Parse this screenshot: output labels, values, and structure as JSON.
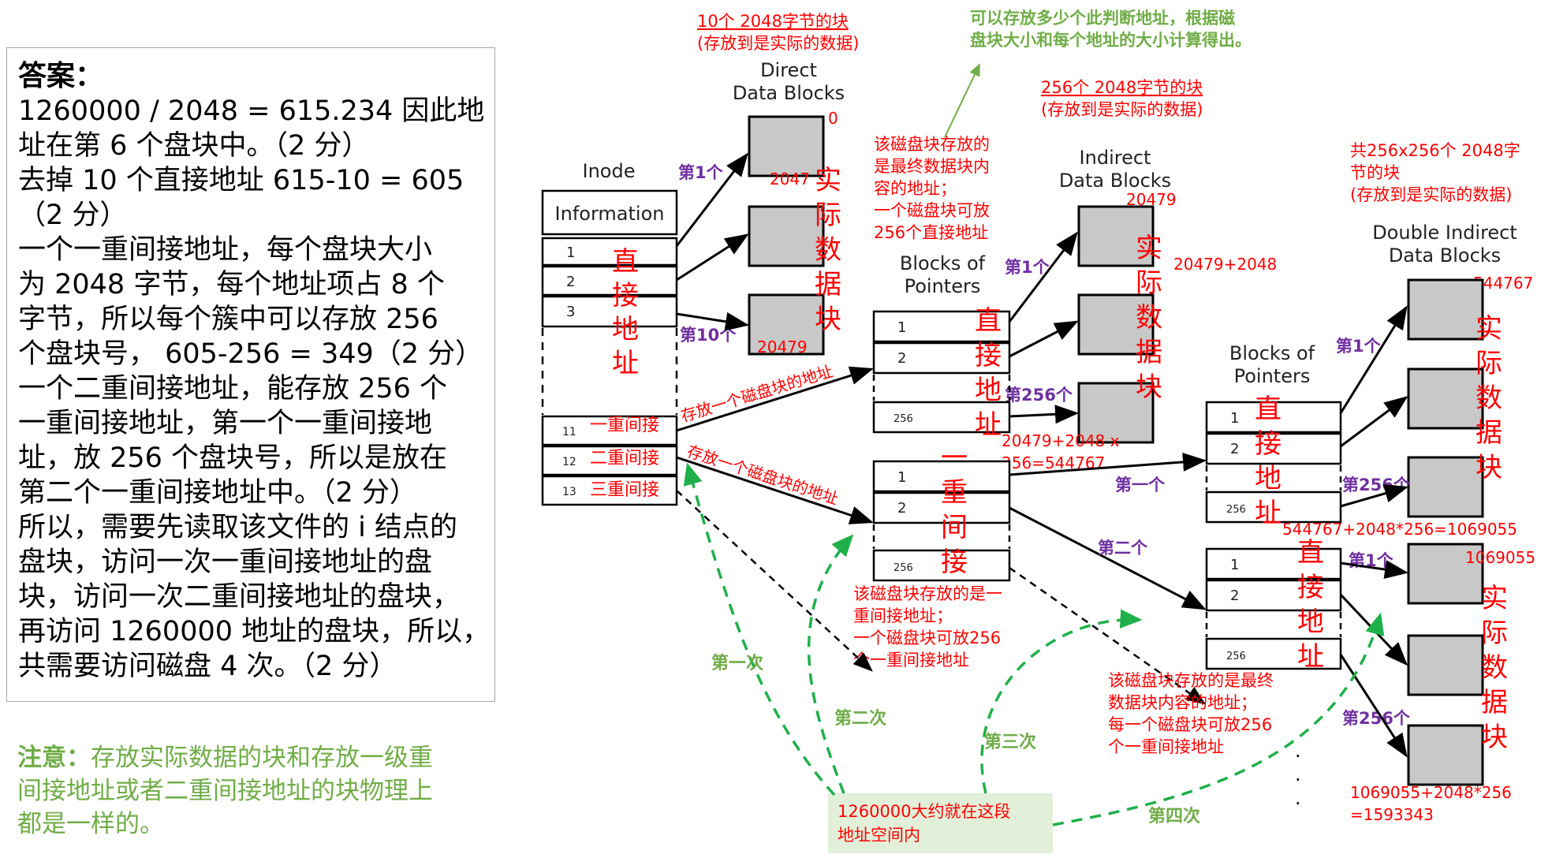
{
  "answer": {
    "title": "答案：",
    "lines": [
      "1260000 / 2048 = 615.234 因此地",
      "址在第 6 个盘块中。（2 分）",
      "去掉 10 个直接地址 615-10 = 605",
      "（2 分）",
      "一个一重间接地址，每个盘块大小",
      "为 2048 字节，每个地址项占 8 个",
      "字节，所以每个簇中可以存放 256",
      "个盘块号， 605-256 = 349（2 分）",
      "一个二重间接地址，能存放 256 个",
      "一重间接地址，第一个一重间接地",
      "址，放 256 个盘块号，所以是放在",
      "第二个一重间接地址中。（2 分）",
      "所以，需要先读取该文件的 i 结点的",
      "盘块，访问一次一重间接地址的盘",
      "块，访问一次二重间接地址的盘块，",
      "再访问 1260000 地址的盘块，所以，",
      "共需要访问磁盘 4 次。（2 分）"
    ]
  },
  "note": {
    "label": "注意：",
    "lines": [
      "存放实际数据的块和存放一级重",
      "间接地址或者二重间接地址的块物理上",
      "都是一样的。"
    ]
  },
  "inode": {
    "title": "Inode",
    "info": "Information",
    "rows": [
      "1",
      "2",
      "3",
      "11",
      "12",
      "13"
    ],
    "labels_single": "一重间接",
    "labels_double": "二重间接",
    "labels_triple": "三重间接",
    "direct_vertical": [
      "直",
      "接",
      "地",
      "址"
    ]
  },
  "direct": {
    "header_1": "Direct",
    "header_2": "Data Blocks",
    "top_note_1": "10个 2048字节的块",
    "top_note_2": "(存放到是实际的数据)",
    "n_first": "第1个",
    "n_tenth": "第10个",
    "v0": "0",
    "v2047": "2047",
    "v20479": "20479",
    "vertical": [
      "实",
      "际",
      "数",
      "据",
      "块"
    ]
  },
  "green_top": {
    "line1": "可以存放多少个此判断地址，根据磁",
    "line2": "盘块大小和每个地址的大小计算得出。"
  },
  "indirect": {
    "top_note_1": "256个 2048字节的块",
    "top_note_2": "(存放到是实际的数据)",
    "ptr_note": [
      "该磁盘块存放的",
      "是最终数据块内",
      "容的地址；",
      "一个磁盘块可放",
      "256个直接地址"
    ],
    "header_1": "Indirect",
    "header_2": "Data Blocks",
    "v_start": "20479",
    "v_next": "20479+2048",
    "v_end_1": "20479+2048 x",
    "v_end_2": "256=544767",
    "n_first": "第1个",
    "n_last": "第256个",
    "vertical": [
      "实",
      "际",
      "数",
      "据",
      "块"
    ],
    "ptr_header_1": "Blocks of",
    "ptr_header_2": "Pointers",
    "ptr_rows": [
      "1",
      "2",
      "256"
    ],
    "ptr_vertical": [
      "直",
      "接",
      "地",
      "址"
    ],
    "arrow_text": "存放一个磁盘块的地址"
  },
  "double_ptr": {
    "rows": [
      "1",
      "2",
      "256"
    ],
    "vertical": [
      "一",
      "重",
      "间",
      "接"
    ],
    "arrow_text": "存放一个磁盘块的地址",
    "note": [
      "该磁盘块存放的是一",
      "重间接地址；",
      "一个磁盘块可放256",
      "个一重间接地址"
    ]
  },
  "level2": {
    "header_1": "Blocks of",
    "header_2": "Pointers",
    "rows": [
      "1",
      "2",
      "256"
    ],
    "vertical": [
      "直",
      "接",
      "地",
      "址"
    ],
    "n_first": "第一个",
    "n_second": "第二个",
    "note": [
      "该磁盘块存放的是最终",
      "数据块内容的地址；",
      "每一个磁盘块可放256",
      "个一重间接地址"
    ]
  },
  "double_data": {
    "top_note_1": "共256x256个 2048字",
    "top_note_2": "节的块",
    "top_note_3": "(存放到是实际的数据)",
    "header_1": "Double Indirect",
    "header_2": "Data Blocks",
    "v_start": "544767",
    "v_mid": "544767+2048*256=1069055",
    "v_mid2": "1069055",
    "v_end_1": "1069055+2048*256",
    "v_end_2": "=1593343",
    "n_first": "第1个",
    "n_last": "第256个",
    "vertical": [
      "实",
      "际",
      "数",
      "据",
      "块"
    ]
  },
  "access": {
    "first": "第一次",
    "second": "第二次",
    "third": "第三次",
    "fourth": "第四次",
    "box_1": "1260000大约就在这段",
    "box_2": "地址空间内"
  },
  "colors": {
    "red": "#ff0000",
    "purple": "#7030a0",
    "green": "#70ad47",
    "dashed_green": "#1fb04a",
    "block_gray": "#c8c8c8",
    "box_green": "#e2efd9"
  }
}
